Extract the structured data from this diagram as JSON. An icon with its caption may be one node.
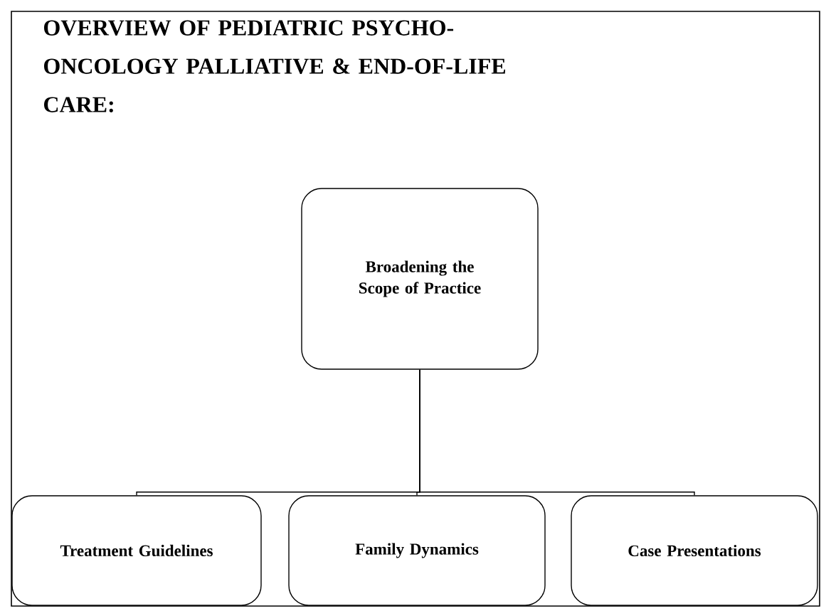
{
  "diagram": {
    "title": "OVERVIEW OF PEDIATRIC PSYCHO-ONCOLOGY PALLIATIVE & END-OF-LIFE CARE:",
    "nodes": [
      {
        "text": [
          "Broadening the Scope of Practice"
        ]
      },
      {
        "text": [
          "Treatment Guidelines"
        ]
      },
      {
        "text": [
          "Family Dynamics"
        ]
      },
      {
        "text": [
          "Case Presentations"
        ]
      }
    ],
    "edges": [
      {
        "from": 0,
        "to": 1,
        "arrow": "none"
      },
      {
        "from": 0,
        "to": 2,
        "arrow": "none"
      },
      {
        "from": 0,
        "to": 3,
        "arrow": "none"
      }
    ]
  }
}
